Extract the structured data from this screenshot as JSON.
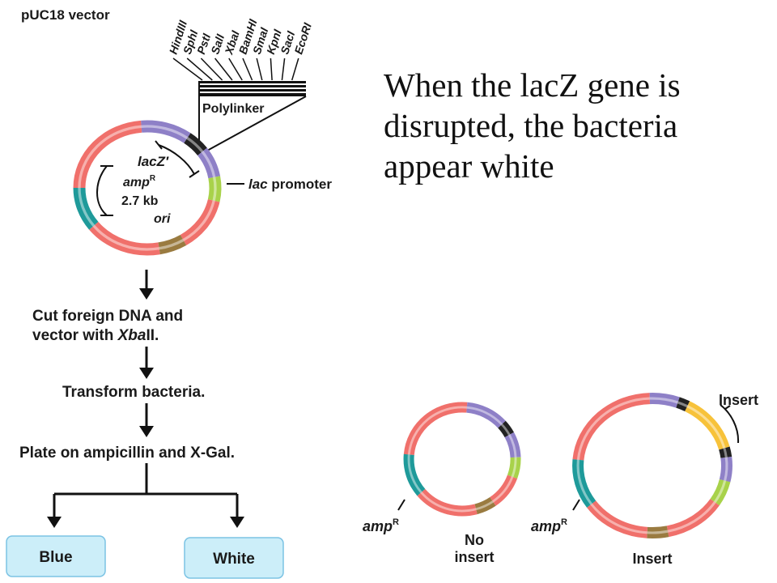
{
  "vector_title": "pUC18 vector",
  "restriction_sites": [
    "HindIII",
    "SphI",
    "PstI",
    "SalI",
    "XbaI",
    "BamHI",
    "SmaI",
    "KpnI",
    "SacI",
    "EcoRI"
  ],
  "polylinker_label": "Polylinker",
  "plasmid_labels": {
    "lacz": "lacZ′",
    "ampr_main": "amp",
    "ampr_sup": "R",
    "size": "2.7 kb",
    "ori": "ori",
    "promoter_italic": "lac",
    "promoter_rest": " promoter"
  },
  "steps": {
    "step1_line1": "Cut foreign DNA and",
    "step1_line2_pre": "vector with ",
    "step1_line2_ital": "Xba",
    "step1_line2_post": "II.",
    "step2": "Transform bacteria.",
    "step3": "Plate on ampicillin and X-Gal."
  },
  "outcomes": {
    "left": "Blue",
    "right": "White"
  },
  "caption": {
    "line1": "When the lacZ gene is",
    "line2": "disrupted, the bacteria",
    "line3": "appear white"
  },
  "bottom": {
    "amp_main": "amp",
    "amp_sup": "R",
    "no_insert_line1": "No",
    "no_insert_line2": "insert",
    "insert_bracket": "Insert",
    "insert_label": "Insert"
  },
  "colors": {
    "backbone": "#f0706b",
    "amp": "#1e9a9a",
    "lacz": "#8e80c7",
    "polylinker": "#222222",
    "promoter": "#a8d24a",
    "ori": "#9a7b40",
    "insert": "#f7c23a",
    "box_fill": "#cceef9",
    "box_stroke": "#7cc3e4"
  }
}
